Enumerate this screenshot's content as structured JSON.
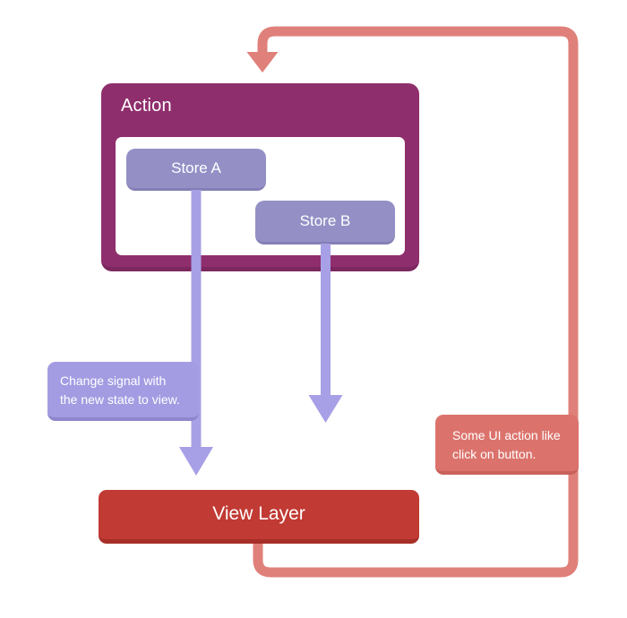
{
  "diagram": {
    "action": {
      "label": "Action"
    },
    "store_a": {
      "label": "Store A"
    },
    "store_b": {
      "label": "Store B"
    },
    "view_layer": {
      "label": "View Layer"
    },
    "purple_note": {
      "line1": "Change signal with",
      "line2": "the new state to view."
    },
    "salmon_note": {
      "line1": "Some UI action like",
      "line2": "click on button."
    }
  },
  "colors": {
    "action_bg": "#8F2E6D",
    "action_shadow": "#7C2760",
    "store_bg": "#9490C6",
    "store_shadow": "#837EB5",
    "arrow": "#A7A0E6",
    "purple_note_bg": "#A39CE2",
    "purple_note_shadow": "#8E87CB",
    "view_bg": "#C13A33",
    "view_shadow": "#A62F28",
    "loop": "#E0807A",
    "salmon_note_bg": "#DB736C",
    "salmon_note_shadow": "#C8625B"
  }
}
